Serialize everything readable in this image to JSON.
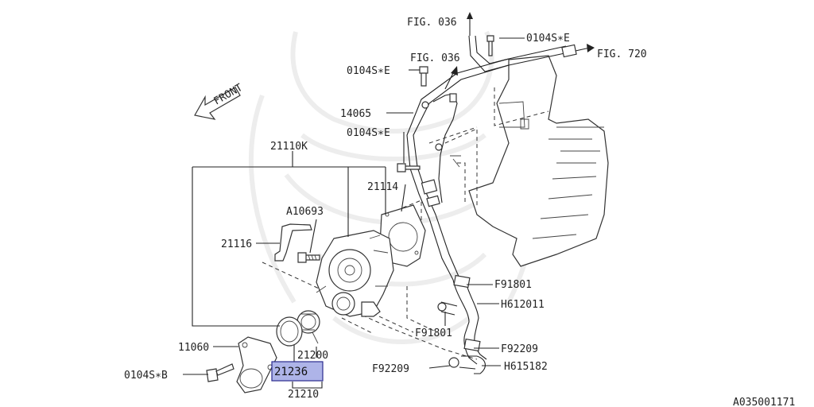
{
  "diagram": {
    "labels": {
      "fig036_top": "FIG. 036",
      "fig036_mid": "FIG. 036",
      "fig720": "FIG. 720",
      "bolt_e_top": "0104S∗E",
      "bolt_e_mid": "0104S∗E",
      "bolt_e_left": "0104S∗E",
      "front": "FRONT",
      "pipe": "14065",
      "assy": "21110K",
      "gasket_pump": "21114",
      "bolt_pump": "A10693",
      "bracket": "21116",
      "cover": "11060",
      "bolt_b": "0104S∗B",
      "thermostat": "21200",
      "gasket_thermo": "21236",
      "thermo_set": "21210",
      "clamp_a1": "F91801",
      "hose_a": "H612011",
      "clamp_a2": "F91801",
      "clamp_b1": "F92209",
      "clamp_b2": "F92209",
      "hose_b": "H615182",
      "ref_code": "A035001171"
    },
    "colors": {
      "highlight_fill": "#aeb4e8",
      "highlight_stroke": "#2b2b8f"
    }
  }
}
